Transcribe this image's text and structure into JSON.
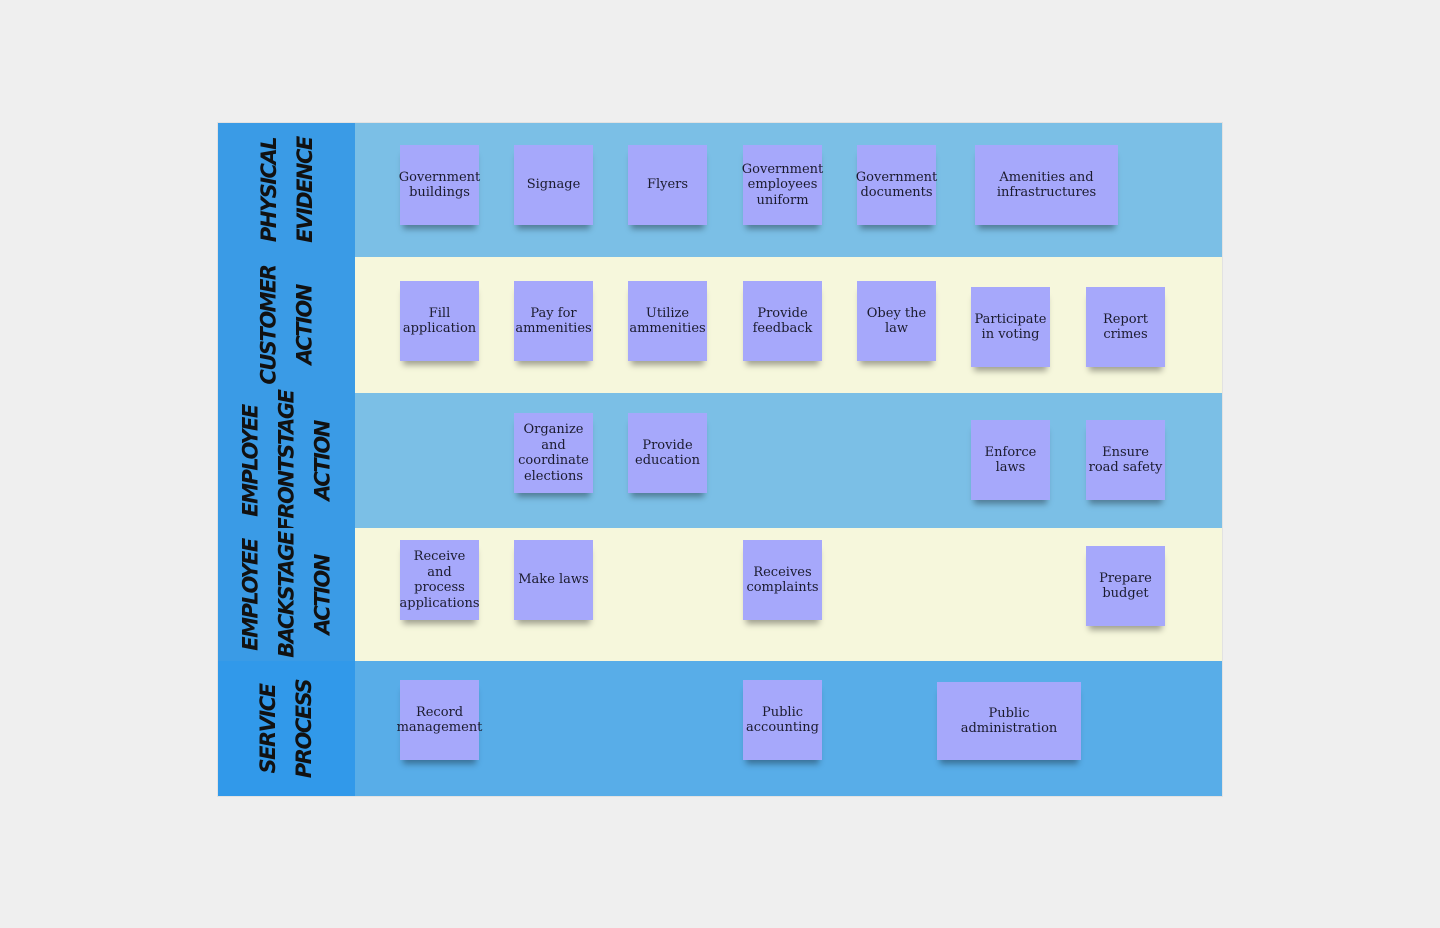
{
  "lanes": [
    {
      "id": "physical-evidence",
      "title_lines": [
        "PHYSICAL",
        "EVIDENCE"
      ],
      "header_color": "#3a9be6",
      "body_color": "#7bbfe6",
      "stickies": [
        "Government\nbuildings",
        "Signage",
        "Flyers",
        "Government\nemployees\nuniform",
        "Government\ndocuments",
        "Amenities and\ninfrastructures"
      ]
    },
    {
      "id": "customer-action",
      "title_lines": [
        "CUSTOMER",
        "ACTION"
      ],
      "header_color": "#3a9be6",
      "body_color": "#f6f7dc",
      "stickies": [
        "Fill\napplication",
        "Pay for\nammenities",
        "Utilize\nammenities",
        "Provide\nfeedback",
        "Obey the\nlaw",
        "Participate\nin voting",
        "Report\ncrimes"
      ]
    },
    {
      "id": "employee-frontstage-action",
      "title_lines": [
        "EMPLOYEE",
        "FRONTSTAGE",
        "ACTION"
      ],
      "header_color": "#3a9be6",
      "body_color": "#7bbfe6",
      "stickies": [
        "Organize\nand\ncoordinate\nelections",
        "Provide\neducation",
        "Enforce\nlaws",
        "Ensure\nroad safety"
      ]
    },
    {
      "id": "employee-backstage-action",
      "title_lines": [
        "EMPLOYEE",
        "BACKSTAGE",
        "ACTION"
      ],
      "header_color": "#3a9be6",
      "body_color": "#f6f7dc",
      "stickies": [
        "Receive and\nprocess\napplications",
        "Make laws",
        "Receives\ncomplaints",
        "Prepare\nbudget"
      ]
    },
    {
      "id": "service-process",
      "title_lines": [
        "SERVICE",
        "PROCESS"
      ],
      "header_color": "#3199ea",
      "body_color": "#58ade8",
      "stickies": [
        "Record\nmanagement",
        "Public\naccounting",
        "Public\nadministration"
      ]
    }
  ]
}
